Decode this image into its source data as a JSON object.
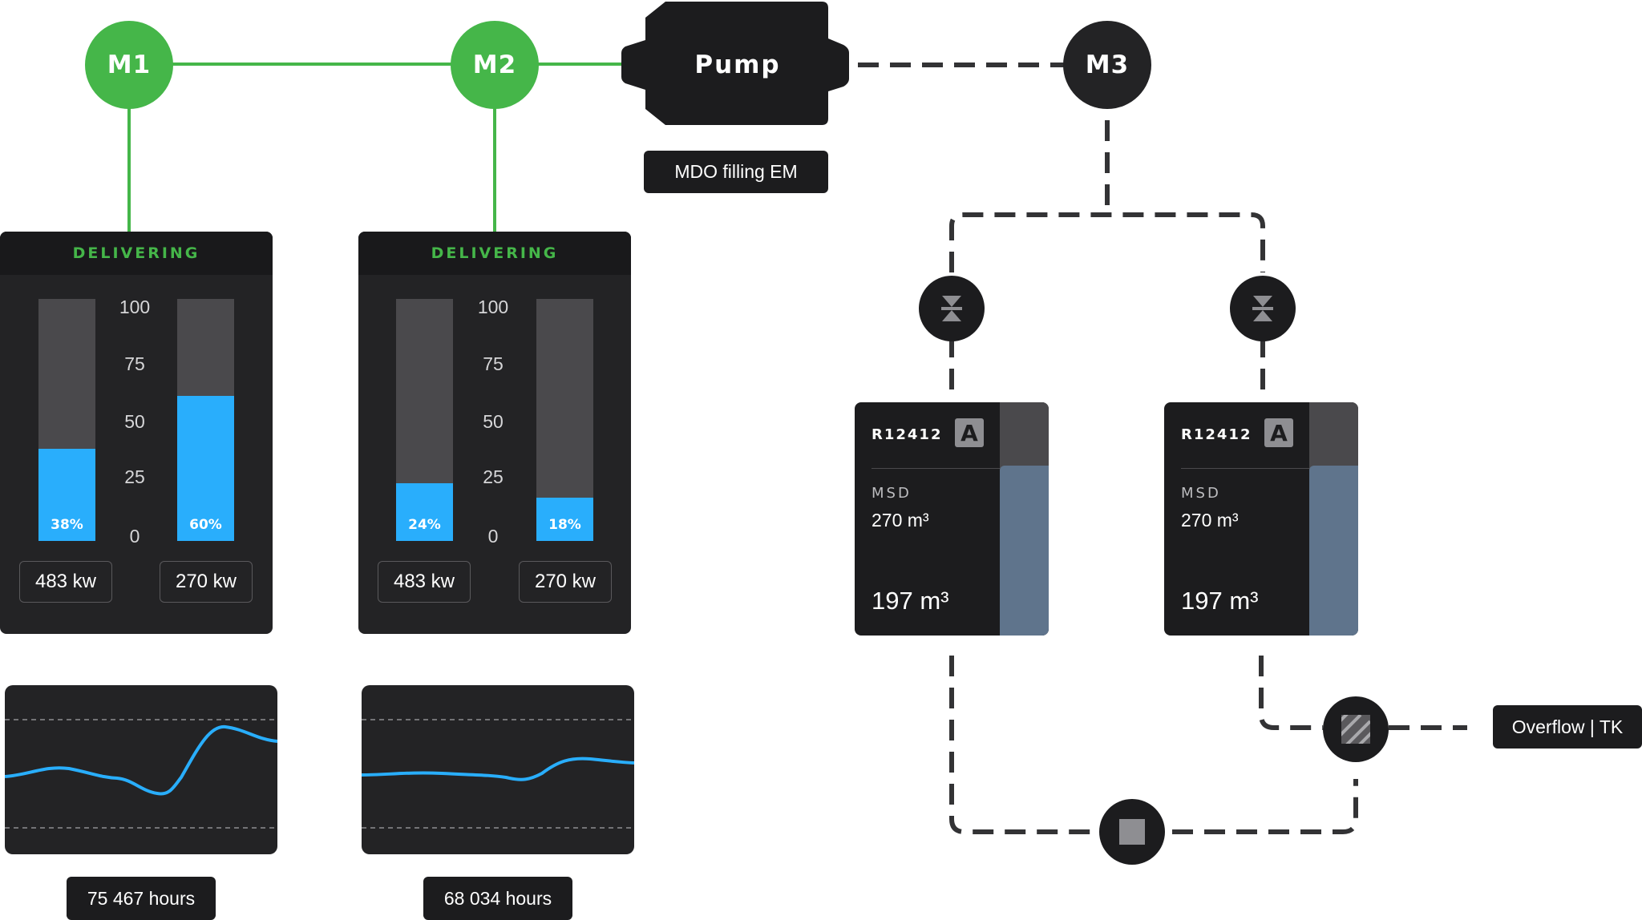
{
  "machines": {
    "m1": {
      "label": "M1"
    },
    "m2": {
      "label": "M2"
    },
    "m3": {
      "label": "M3"
    }
  },
  "pump": {
    "label": "Pump",
    "tag": "MDO filling EM"
  },
  "units": [
    {
      "status": "DELIVERING",
      "scale": [
        "100",
        "75",
        "50",
        "25",
        "0"
      ],
      "bars": [
        {
          "percent": 38,
          "label": "38%",
          "power": "483 kw"
        },
        {
          "percent": 60,
          "label": "60%",
          "power": "270 kw"
        }
      ],
      "hours": "75 467 hours"
    },
    {
      "status": "DELIVERING",
      "scale": [
        "100",
        "75",
        "50",
        "25",
        "0"
      ],
      "bars": [
        {
          "percent": 24,
          "label": "24%",
          "power": "483 kw"
        },
        {
          "percent": 18,
          "label": "18%",
          "power": "270 kw"
        }
      ],
      "hours": "68 034 hours"
    }
  ],
  "tanks": [
    {
      "code": "R12412",
      "mode": "A",
      "fuel": "MSD",
      "capacity": "270 m³",
      "current": "197 m³",
      "level_fraction": 0.73
    },
    {
      "code": "R12412",
      "mode": "A",
      "fuel": "MSD",
      "capacity": "270 m³",
      "current": "197 m³",
      "level_fraction": 0.73
    }
  ],
  "overflow": {
    "label": "Overflow | TK"
  },
  "colors": {
    "active_green": "#45b649",
    "bar_blue": "#29aefc",
    "panel_dark": "#232325",
    "tank_level": "#5f748c"
  },
  "icons": [
    "valve-icon",
    "valve-icon",
    "filter-icon",
    "stop-icon"
  ]
}
